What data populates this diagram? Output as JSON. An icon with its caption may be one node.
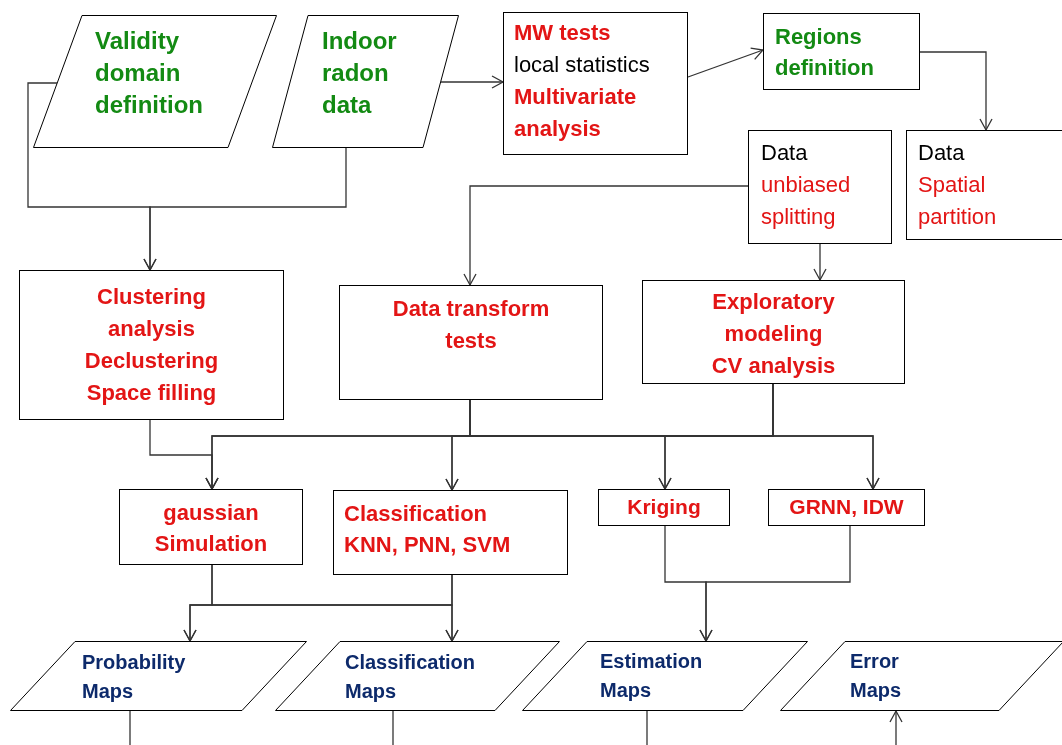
{
  "diagram": {
    "nodes": [
      {
        "text": [
          "Validity domain definition"
        ]
      },
      {
        "text": [
          "Indoor radon data"
        ]
      },
      {
        "text": [
          "MW tests",
          "local statistics",
          "Multivariate analysis"
        ]
      },
      {
        "text": [
          "Regions definition"
        ]
      },
      {
        "text": [
          "Data",
          "unbiased splitting"
        ]
      },
      {
        "text": [
          "Data",
          "Spatial partition"
        ]
      },
      {
        "text": [
          "Clustering analysis Declustering Space filling"
        ]
      },
      {
        "text": [
          "Data transform tests"
        ]
      },
      {
        "text": [
          "Exploratory modeling",
          "CV analysis"
        ]
      },
      {
        "text": [
          "gaussian Simulation"
        ]
      },
      {
        "text": [
          "Classification",
          "KNN, PNN, SVM"
        ]
      },
      {
        "text": [
          "Kriging"
        ]
      },
      {
        "text": [
          "GRNN, IDW"
        ]
      },
      {
        "text": [
          "Probability Maps"
        ]
      },
      {
        "text": [
          "Classification Maps"
        ]
      },
      {
        "text": [
          "Estimation Maps"
        ]
      },
      {
        "text": [
          "Error Maps"
        ]
      }
    ],
    "edges": [
      {
        "from": 0,
        "to": 6,
        "arrow": "to"
      },
      {
        "from": 1,
        "to": 6,
        "arrow": "to"
      },
      {
        "from": 1,
        "to": 2,
        "arrow": "to"
      },
      {
        "from": 2,
        "to": 3,
        "arrow": "to"
      },
      {
        "from": 3,
        "to": 5,
        "arrow": "to"
      },
      {
        "from": 4,
        "to": 7,
        "arrow": "to"
      },
      {
        "from": 4,
        "to": 8,
        "arrow": "to"
      },
      {
        "from": 6,
        "to": 9,
        "arrow": "to"
      },
      {
        "from": 7,
        "to": 9,
        "arrow": "to"
      },
      {
        "from": 7,
        "to": 10,
        "arrow": "to"
      },
      {
        "from": 7,
        "to": 11,
        "arrow": "to"
      },
      {
        "from": 7,
        "to": 12,
        "arrow": "to"
      },
      {
        "from": 8,
        "to": 9,
        "arrow": "to"
      },
      {
        "from": 8,
        "to": 10,
        "arrow": "to"
      },
      {
        "from": 8,
        "to": 11,
        "arrow": "to"
      },
      {
        "from": 8,
        "to": 12,
        "arrow": "to"
      },
      {
        "from": 9,
        "to": 13,
        "arrow": "to"
      },
      {
        "from": 9,
        "to": 14,
        "arrow": "to"
      },
      {
        "from": 10,
        "to": 13,
        "arrow": "to"
      },
      {
        "from": 10,
        "to": 14,
        "arrow": "to"
      },
      {
        "from": 11,
        "to": 15,
        "arrow": "to"
      },
      {
        "from": 12,
        "to": 15,
        "arrow": "to"
      },
      {
        "from": 13,
        "to": null,
        "arrow": "none"
      },
      {
        "from": 14,
        "to": null,
        "arrow": "none"
      },
      {
        "from": 15,
        "to": null,
        "arrow": "none"
      },
      {
        "from": null,
        "to": 16,
        "arrow": "to"
      }
    ]
  }
}
